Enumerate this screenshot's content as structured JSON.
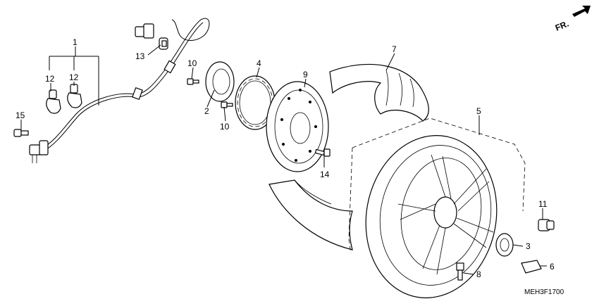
{
  "direction_label": "FR.",
  "drawing_code": "MEH3F1700",
  "callouts": {
    "c1": "1",
    "c2": "2",
    "c3": "3",
    "c4": "4",
    "c5": "5",
    "c6": "6",
    "c7": "7",
    "c8": "8",
    "c9": "9",
    "c10a": "10",
    "c10b": "10",
    "c11": "11",
    "c12a": "12",
    "c12b": "12",
    "c13": "13",
    "c14": "14",
    "c15": "15"
  }
}
